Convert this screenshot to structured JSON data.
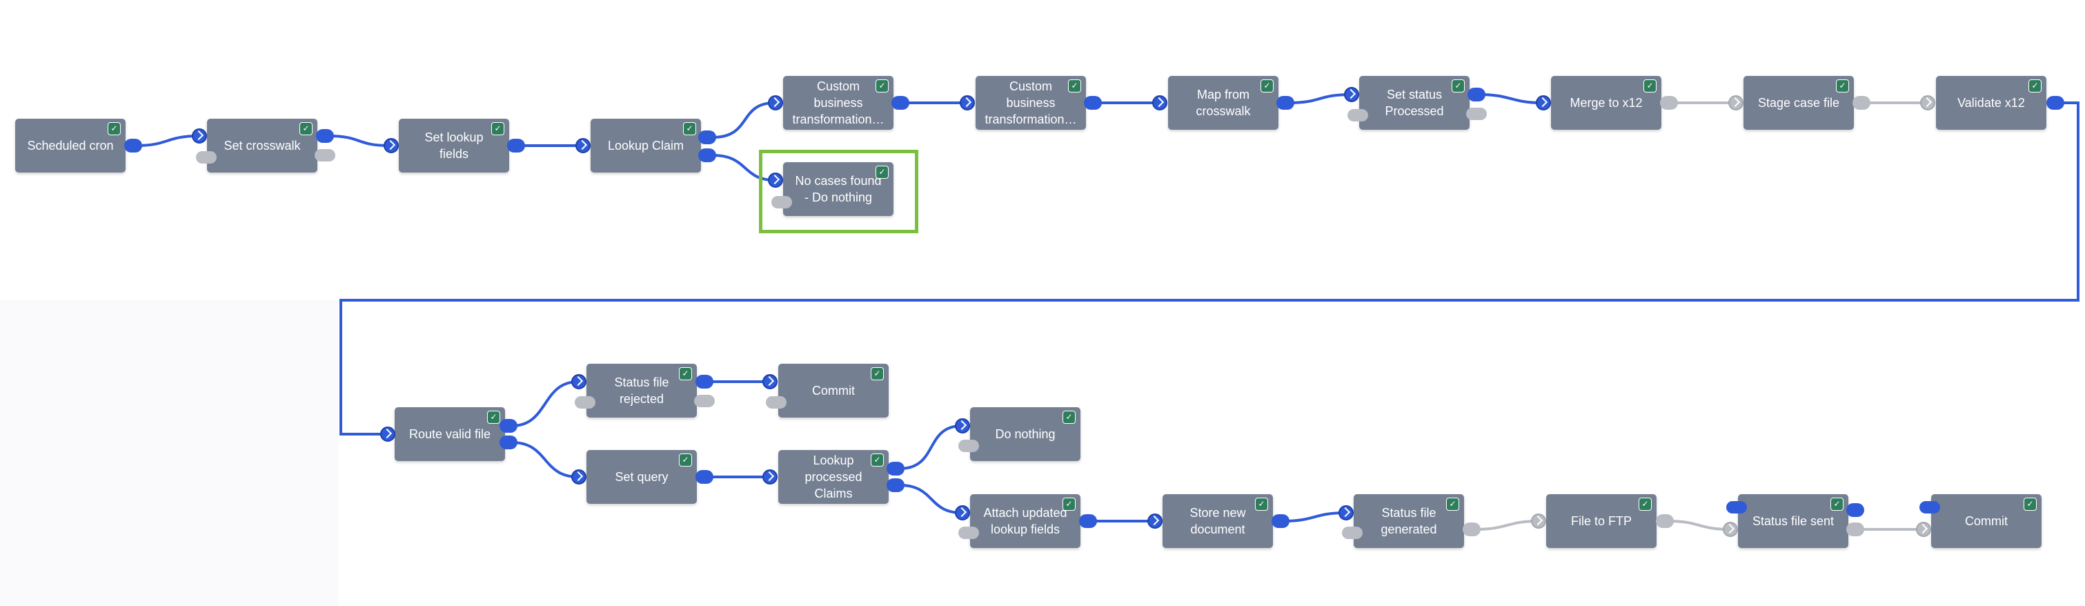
{
  "colors": {
    "node_fill": "#747f92",
    "connector_active": "#2f5bd8",
    "connector_inactive": "#b9bcc3",
    "selection_outline": "#7cbf3f",
    "status_badge": "#2e7d5b"
  },
  "status_icon": "check-icon",
  "selected_node": "no_cases_found",
  "nodes": {
    "scheduled_cron": "Scheduled cron",
    "set_crosswalk": "Set crosswalk",
    "set_lookup_fields": "Set lookup fields",
    "lookup_claim": "Lookup Claim",
    "custom_business_1": "Custom business transformation…",
    "custom_business_2": "Custom business transformation…",
    "map_from_crosswalk": "Map from crosswalk",
    "set_status_processed": "Set status Processed",
    "merge_to_x12": "Merge to x12",
    "stage_case_file": "Stage case file",
    "validate_x12": "Validate x12",
    "no_cases_found": "No cases found - Do nothing",
    "route_valid_file": "Route valid file",
    "status_file_rejected": "Status file rejected",
    "commit_1": "Commit",
    "set_query": "Set query",
    "lookup_processed_claims": "Lookup processed Claims",
    "do_nothing": "Do nothing",
    "attach_updated_lookup_fields": "Attach updated lookup fields",
    "store_new_document": "Store new document",
    "status_file_generated": "Status file generated",
    "file_to_ftp": "File to FTP",
    "status_file_sent": "Status file sent",
    "commit_2": "Commit"
  }
}
